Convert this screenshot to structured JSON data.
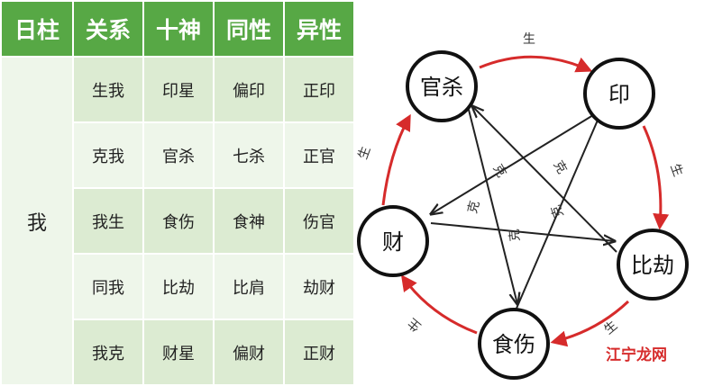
{
  "table": {
    "headers": [
      "日柱",
      "关系",
      "十神",
      "同性",
      "异性"
    ],
    "self_label": "我",
    "rows": [
      [
        "生我",
        "印星",
        "偏印",
        "正印"
      ],
      [
        "克我",
        "官杀",
        "七杀",
        "正官"
      ],
      [
        "我生",
        "食伤",
        "食神",
        "伤官"
      ],
      [
        "同我",
        "比劫",
        "比肩",
        "劫财"
      ],
      [
        "我克",
        "财星",
        "偏财",
        "正财"
      ]
    ]
  },
  "diagram": {
    "nodes": {
      "guansha": "官杀",
      "yin": "印",
      "bijie": "比劫",
      "shishang": "食伤",
      "cai": "财"
    },
    "generate_label": "生",
    "restrain_label": "克",
    "colors": {
      "generate": "#d62b2b",
      "restrain": "#222222",
      "table_header": "#57a845"
    }
  },
  "watermark": "江宁龙网"
}
